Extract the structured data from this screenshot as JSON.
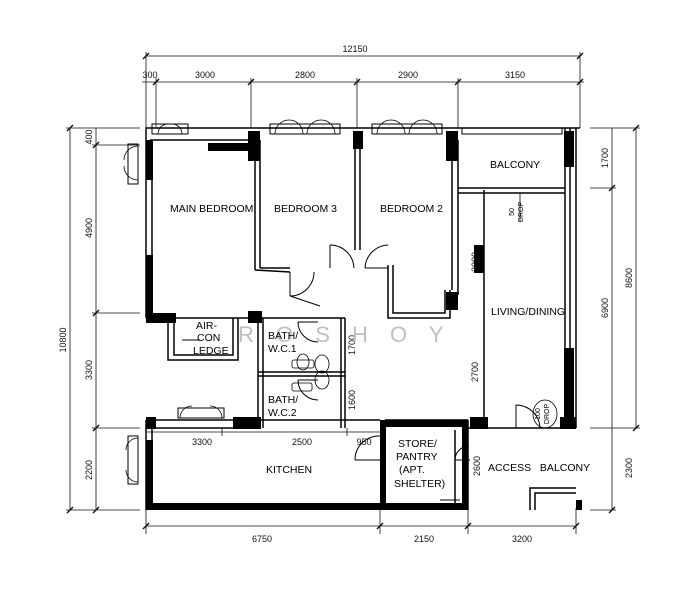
{
  "rooms": {
    "main_bedroom": "MAIN BEDROOM",
    "bedroom_3": "BEDROOM 3",
    "bedroom_2": "BEDROOM 2",
    "balcony": "BALCONY",
    "living_dining": "LIVING/DINING",
    "aircon_line1": "AIR-",
    "aircon_line2": "CON",
    "aircon_line3": "LEDGE",
    "bath1_line1": "BATH/",
    "bath1_line2": "W.C.1",
    "bath2_line1": "BATH/",
    "bath2_line2": "W.C.2",
    "kitchen": "KITCHEN",
    "store_line1": "STORE/",
    "store_line2": "PANTRY",
    "store_line3": "(APT.",
    "store_line4": "SHELTER)",
    "access_balcony": "ACCESS   BALCONY"
  },
  "drops": {
    "balcony_drop_value": "50",
    "balcony_drop_label": "DROP",
    "access_drop_value": "100",
    "access_drop_label": "DROP"
  },
  "watermark": "R O S H O Y",
  "dimensions": {
    "overall_width": "12150",
    "top": [
      "300",
      "3000",
      "2800",
      "2900",
      "3150"
    ],
    "bottom": [
      "6750",
      "2150",
      "3200"
    ],
    "kitchen_row": [
      "3300",
      "2500",
      "950"
    ],
    "left_overall": "10800",
    "left": [
      "400",
      "4900",
      "3300",
      "2200"
    ],
    "right_outer": "8600",
    "right_inner": [
      "1700",
      "6900",
      "2300"
    ],
    "bath1": "1700",
    "bath2": "1600",
    "living_3900": "3900",
    "living_2700": "2700",
    "store_2600": "2600"
  }
}
